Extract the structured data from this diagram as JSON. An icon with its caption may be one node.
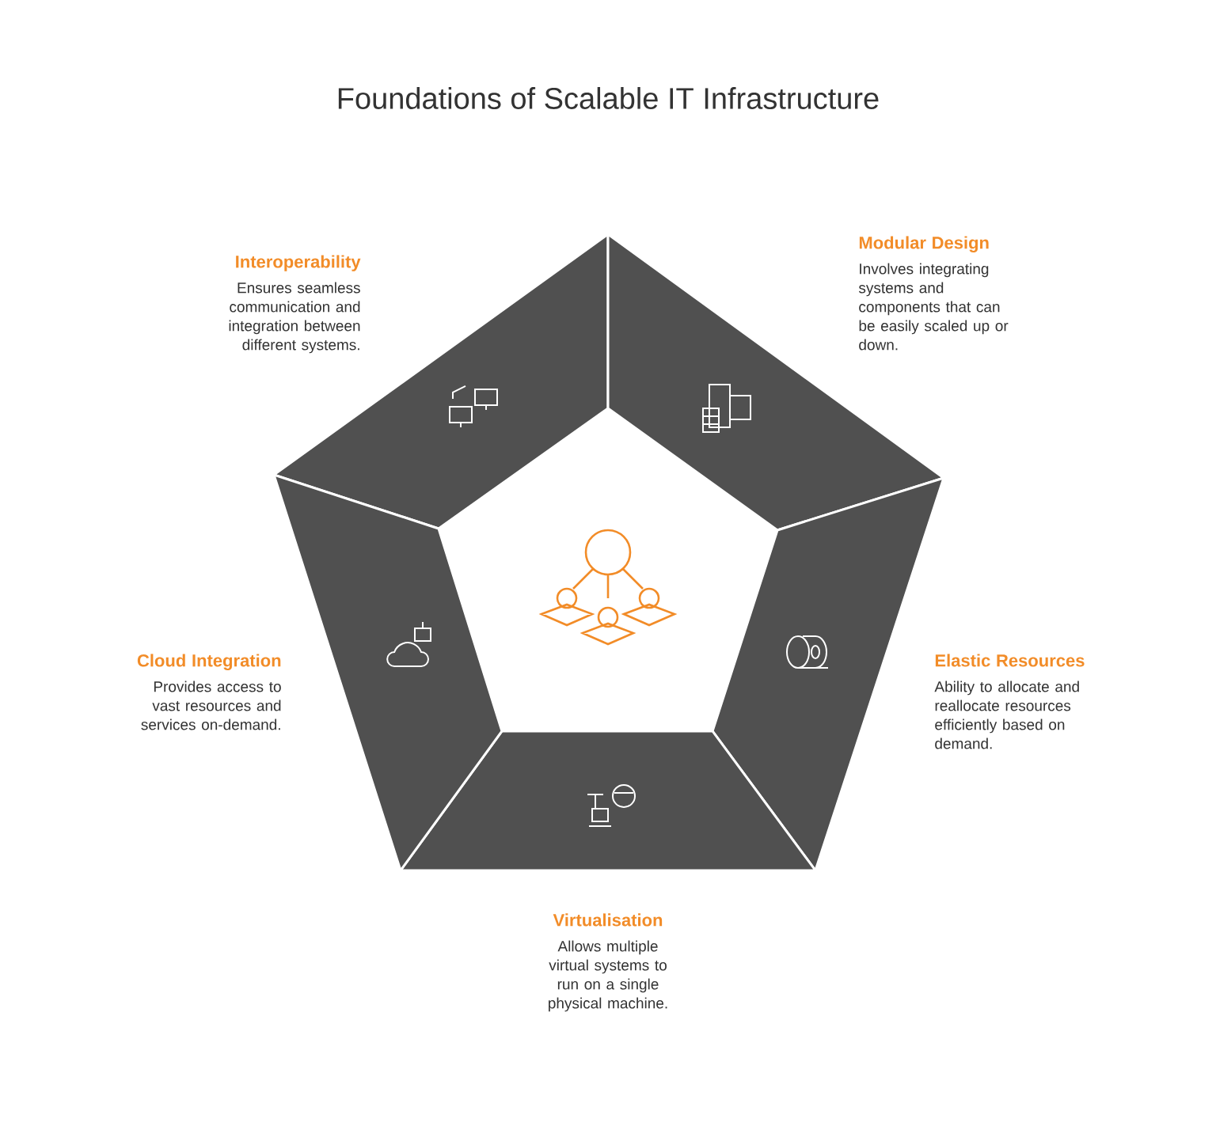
{
  "diagram": {
    "title": "Foundations of Scalable IT Infrastructure",
    "nodes": [
      {
        "text": [
          "Interoperability",
          "Ensures seamless communication and integration between different systems."
        ]
      },
      {
        "text": [
          "Modular Design",
          "Involves integrating systems and components that can be easily scaled up or down."
        ]
      },
      {
        "text": [
          "Elastic Resources",
          "Ability to allocate and reallocate resources efficiently based on demand."
        ]
      },
      {
        "text": [
          "Virtualisation",
          "Allows multiple virtual systems to run on a single physical machine."
        ]
      },
      {
        "text": [
          "Cloud Integration",
          "Provides access to vast resources and services on-demand."
        ]
      }
    ]
  }
}
